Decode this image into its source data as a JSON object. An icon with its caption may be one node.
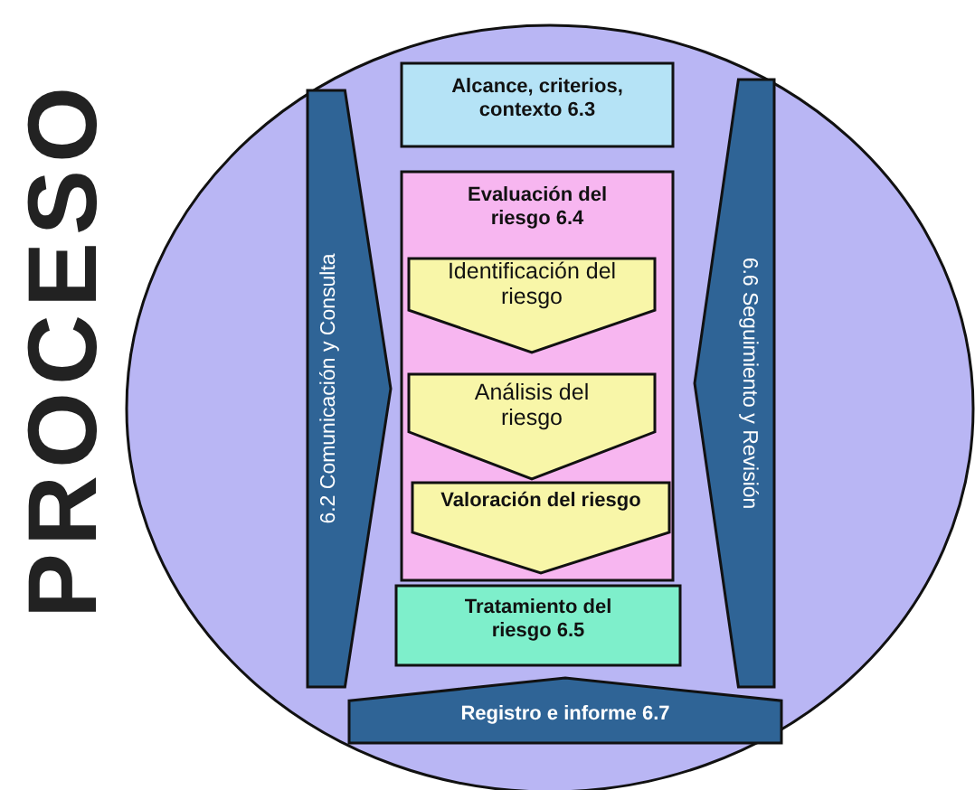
{
  "diagram": {
    "nodes": [
      {
        "text": [
          "Alcance, criterios, contexto 6.3"
        ]
      },
      {
        "text": [
          "Evaluación del riesgo 6.4"
        ]
      },
      {
        "text": [
          "Identificación del riesgo"
        ],
        "in": 1
      },
      {
        "text": [
          "Análisis del riesgo"
        ],
        "in": 1
      },
      {
        "text": [
          "Valoración del riesgo"
        ],
        "in": 1
      },
      {
        "text": [
          "Tratamiento del riesgo 6.5"
        ]
      },
      {
        "text": [
          "6.2 Comunicación y Consulta"
        ]
      },
      {
        "text": [
          "6.6 Seguimiento y Revisión"
        ]
      },
      {
        "text": [
          "Registro e informe 6.7"
        ]
      }
    ],
    "labels": [
      "PROCESO"
    ]
  }
}
